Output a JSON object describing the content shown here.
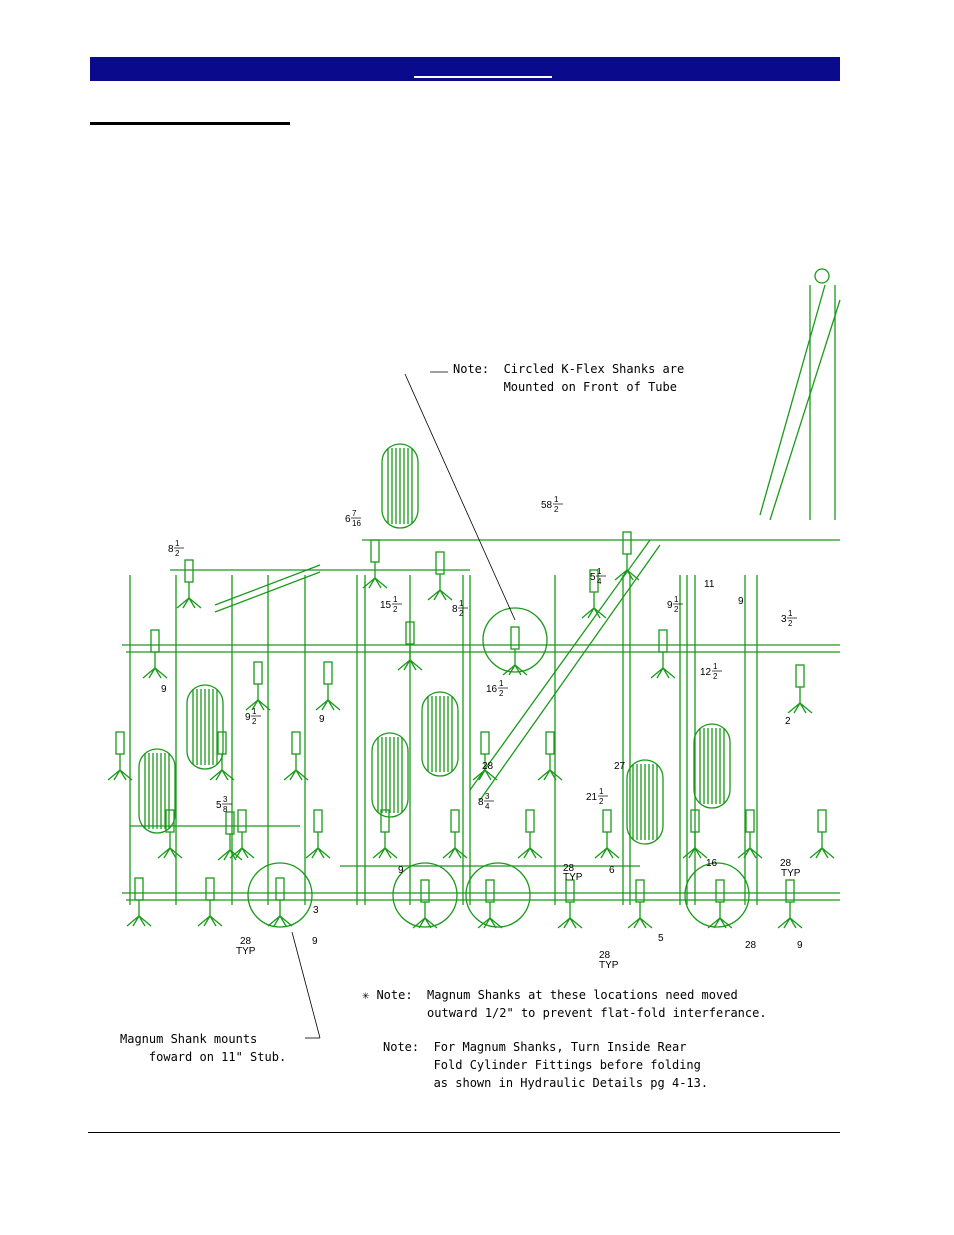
{
  "notes": {
    "front_tube": [
      "Note:  Circled K-Flex Shanks are",
      "       Mounted on Front of Tube"
    ],
    "magnum_outward": [
      "✳ Note:  Magnum Shanks at these locations need moved",
      "         outward 1/2\" to prevent flat-fold interferance."
    ],
    "magnum_fittings": [
      "Note:  For Magnum Shanks, Turn Inside Rear",
      "       Fold Cylinder Fittings before folding",
      "       as shown in Hydraulic Details pg 4-13."
    ],
    "magnum_stub": [
      "Magnum Shank mounts",
      "    foward on 11\" Stub."
    ]
  },
  "dimensions": [
    {
      "whole": "6",
      "num": "7",
      "den": "16"
    },
    {
      "whole": "58",
      "num": "1",
      "den": "2"
    },
    {
      "whole": "8",
      "num": "1",
      "den": "2"
    },
    {
      "whole": "15",
      "num": "1",
      "den": "2"
    },
    {
      "whole": "8",
      "num": "1",
      "den": "2"
    },
    {
      "whole": "5",
      "num": "1",
      "den": "4"
    },
    {
      "whole": "9",
      "num": "1",
      "den": "2"
    },
    {
      "whole": "11",
      "num": "",
      "den": ""
    },
    {
      "whole": "9",
      "num": "",
      "den": ""
    },
    {
      "whole": "3",
      "num": "1",
      "den": "2"
    },
    {
      "whole": "16",
      "num": "1",
      "den": "2"
    },
    {
      "whole": "12",
      "num": "1",
      "den": "2"
    },
    {
      "whole": "9",
      "num": "",
      "den": ""
    },
    {
      "whole": "9",
      "num": "1",
      "den": "2"
    },
    {
      "whole": "9",
      "num": "",
      "den": ""
    },
    {
      "whole": "2",
      "num": "",
      "den": ""
    },
    {
      "whole": "28",
      "num": "",
      "den": ""
    },
    {
      "whole": "27",
      "num": "",
      "den": ""
    },
    {
      "whole": "8",
      "num": "3",
      "den": "4"
    },
    {
      "whole": "21",
      "num": "1",
      "den": "2"
    },
    {
      "whole": "5",
      "num": "3",
      "den": "8"
    },
    {
      "whole": "9",
      "num": "",
      "den": ""
    },
    {
      "whole": "28",
      "num": "",
      "den": ""
    },
    {
      "whole": "TYP",
      "num": "",
      "den": ""
    },
    {
      "whole": "6",
      "num": "",
      "den": ""
    },
    {
      "whole": "16",
      "num": "",
      "den": ""
    },
    {
      "whole": "28",
      "num": "",
      "den": ""
    },
    {
      "whole": "TYP",
      "num": "",
      "den": ""
    },
    {
      "whole": "3",
      "num": "",
      "den": ""
    },
    {
      "whole": "28",
      "num": "",
      "den": ""
    },
    {
      "whole": "TYP",
      "num": "",
      "den": ""
    },
    {
      "whole": "9",
      "num": "",
      "den": ""
    },
    {
      "whole": "5",
      "num": "",
      "den": ""
    },
    {
      "whole": "28",
      "num": "",
      "den": ""
    },
    {
      "whole": "TYP",
      "num": "",
      "den": ""
    },
    {
      "whole": "28",
      "num": "",
      "den": ""
    },
    {
      "whole": "9",
      "num": "",
      "den": ""
    }
  ],
  "colors": {
    "header": "#0a0a8c",
    "frame": "#1a9a1a",
    "annotation": "#000000"
  }
}
